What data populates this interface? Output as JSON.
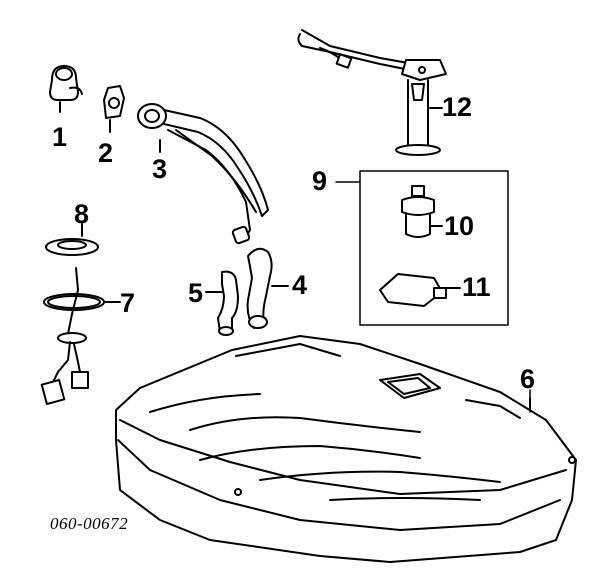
{
  "diagram": {
    "part_number": "060-00672",
    "callouts": {
      "c1": "1",
      "c2": "2",
      "c3": "3",
      "c4": "4",
      "c5": "5",
      "c6": "6",
      "c7": "7",
      "c8": "8",
      "c9": "9",
      "c10": "10",
      "c11": "11",
      "c12": "12"
    },
    "parts": [
      "fuel-cap",
      "filler-gasket",
      "filler-neck-pipe",
      "hose-4",
      "hose-5",
      "fuel-tank",
      "pump-gasket",
      "pump-retainer-ring",
      "sensor-group",
      "pressure-sensor",
      "sensor-module",
      "fuel-sender-unit"
    ]
  }
}
